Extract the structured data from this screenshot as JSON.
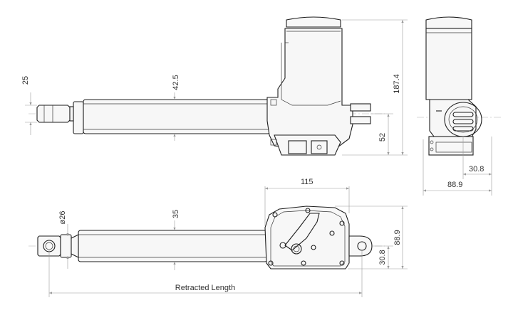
{
  "dimensions": {
    "rod_eye_height": "25",
    "tube_height": "42.5",
    "overall_height": "187.4",
    "motor_axis_height": "52",
    "end_view_offset": "30.8",
    "end_view_width": "88.9",
    "gearbox_length": "115",
    "eye_diameter": "ø26",
    "tube_width_top": "35",
    "gearbox_width": "88.9",
    "rear_eye_offset": "30.8",
    "retracted_length": "Retracted Length"
  },
  "colors": {
    "outline": "#1e1e1e",
    "dimension": "#9a9a9a",
    "text": "#333333"
  }
}
